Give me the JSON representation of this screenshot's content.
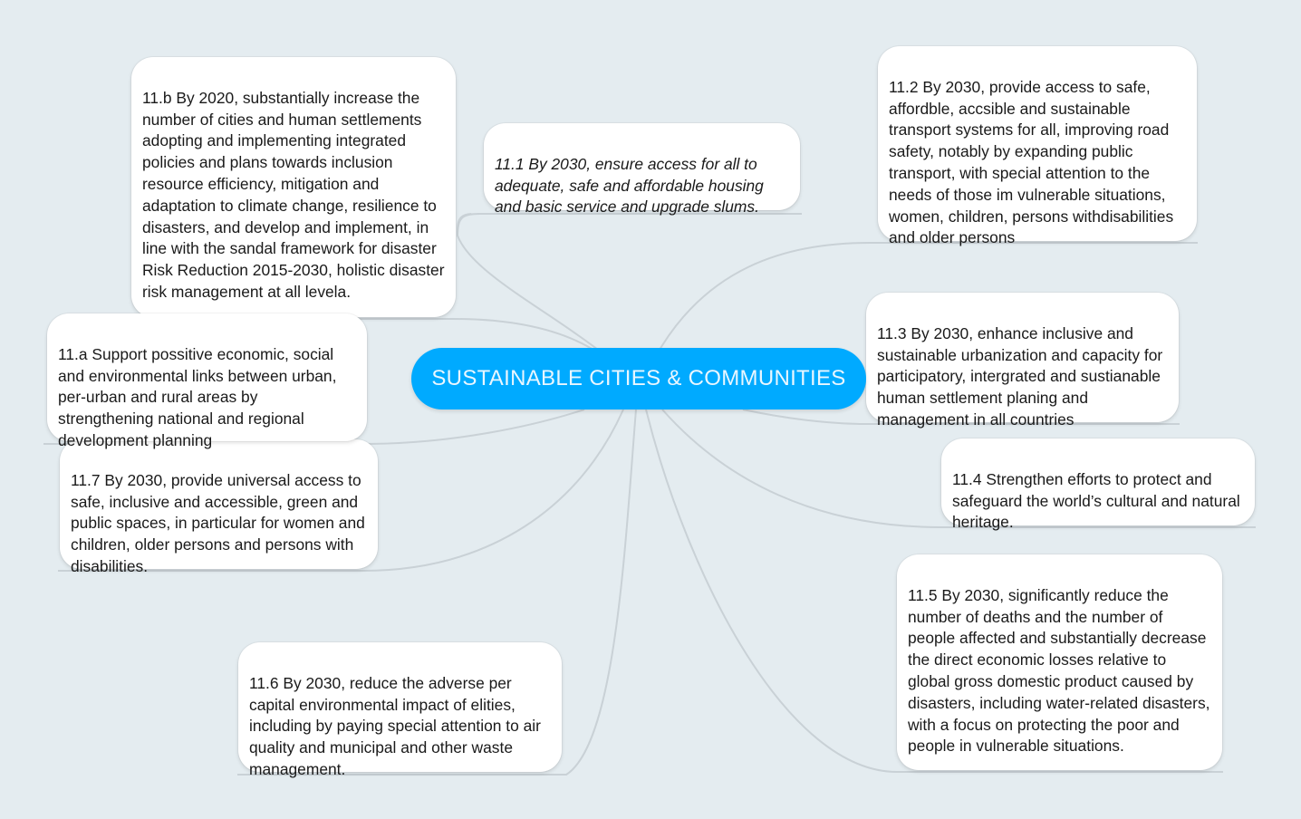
{
  "mindmap": {
    "central_topic": "SUSTAINABLE CITIES & COMMUNITIES",
    "colors": {
      "background": "#e4ecf0",
      "central_fill": "#00aaff",
      "central_text": "#e9f6ff",
      "node_fill": "#ffffff",
      "connector": "#c9d1d6"
    },
    "nodes": [
      {
        "id": "11.b",
        "text": "11.b By 2020, substantially increase the number of cities and human settlements adopting and implementing integrated policies and plans towards inclusion resource efficiency, mitigation and adaptation to climate change, resilience to disasters, and develop and implement, in line with the sandal framework for disaster Risk Reduction 2015-2030, holistic disaster risk management at all levela."
      },
      {
        "id": "11.1",
        "text": "11.1 By 2030, ensure access for all to adequate, safe and affordable housing and basic service and upgrade slums."
      },
      {
        "id": "11.2",
        "text": "11.2 By 2030, provide access to safe, affordble, accsible and sustainable transport systems for all, improving road safety, notably by expanding public transport, with special attention to the needs  of those im vulnerable situations, women, children, persons withdisabilities and older persons"
      },
      {
        "id": "11.3",
        "text": "11.3 By 2030, enhance inclusive and sustainable urbanization and capacity for participatory, intergrated and sustianable human settlement planing and management in all countries"
      },
      {
        "id": "11.4",
        "text": "11.4 Strengthen efforts to protect and safeguard the world’s cultural and natural heritage."
      },
      {
        "id": "11.5",
        "text": "11.5 By 2030, significantly reduce the number of deaths and the number of people affected and substantially decrease the direct  economic losses relative to global gross domestic product caused by disasters, including water-related disasters, with a focus on protecting the poor and people in vulnerable situations."
      },
      {
        "id": "11.6",
        "text": "11.6 By 2030, reduce the adverse per capital environmental impact of elities, including by paying special attention to air quality and municipal and other waste management."
      },
      {
        "id": "11.7",
        "text": "11.7 By 2030, provide universal access to safe, inclusive and accessible, green and public spaces, in particular for women and children, older persons and persons with disabilities."
      },
      {
        "id": "11.a",
        "text": "11.a Support possitive economic, social and  environmental links between urban, per-urban and rural areas by strengthening national and regional development planning"
      }
    ]
  }
}
